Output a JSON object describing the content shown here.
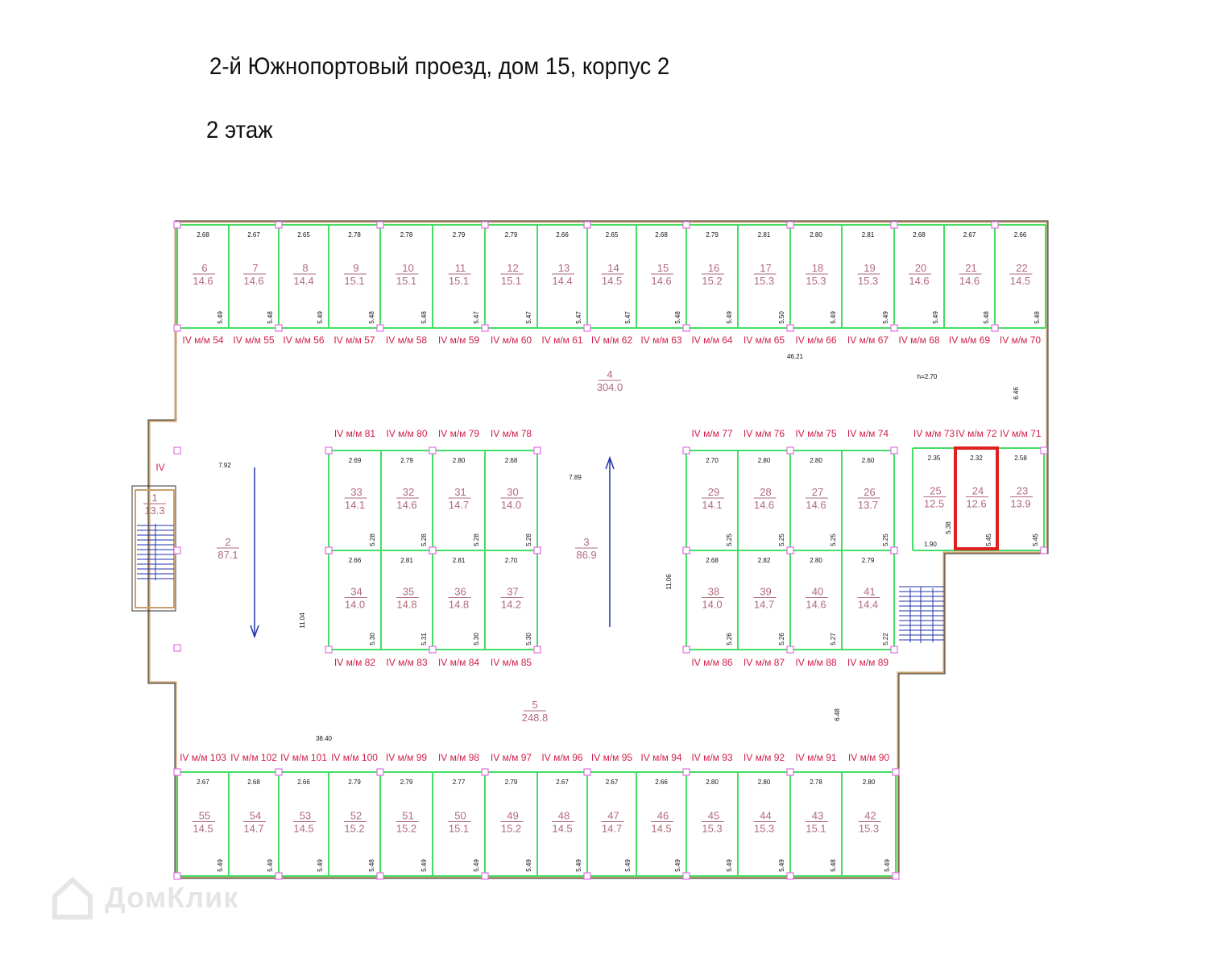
{
  "header": {
    "address": "2-й Южнопортовый проезд, дом 15, корпус 2",
    "floor": "2 этаж"
  },
  "colors": {
    "wall": "#c8a070",
    "partition": "#44dd66",
    "column": "#e070e0",
    "label": "#d0204a",
    "number": "#b06a7a",
    "arrow": "#2233aa",
    "highlight": "#e02020"
  },
  "rooms": [
    {
      "num": "1",
      "area": "13.3"
    },
    {
      "num": "2",
      "area": "87.1"
    },
    {
      "num": "3",
      "area": "86.9"
    },
    {
      "num": "4",
      "area": "304.0"
    },
    {
      "num": "5",
      "area": "248.8"
    }
  ],
  "dimensions": {
    "d1": "46.21",
    "h": "h=2.70",
    "d2": "6.46",
    "d3": "7.92",
    "d4": "7.89",
    "d5": "11.04",
    "d6": "11.06",
    "d7": "38.40",
    "d8": "6.48",
    "d9": "1.90",
    "d10": "5.38",
    "stair_label": "IV"
  },
  "top_row": {
    "cells": [
      {
        "num": "6",
        "area": "14.6",
        "w": "2.68",
        "d": "5.49"
      },
      {
        "num": "7",
        "area": "14.6",
        "w": "2.67",
        "d": "5.48"
      },
      {
        "num": "8",
        "area": "14.4",
        "w": "2.65",
        "d": "5.49"
      },
      {
        "num": "9",
        "area": "15.1",
        "w": "2.78",
        "d": "5.48"
      },
      {
        "num": "10",
        "area": "15.1",
        "w": "2.78",
        "d": "5.48"
      },
      {
        "num": "11",
        "area": "15.1",
        "w": "2.79",
        "d": "5.47"
      },
      {
        "num": "12",
        "area": "15.1",
        "w": "2.79",
        "d": "5.47"
      },
      {
        "num": "13",
        "area": "14.4",
        "w": "2.66",
        "d": "5.47"
      },
      {
        "num": "14",
        "area": "14.5",
        "w": "2.65",
        "d": "5.47"
      },
      {
        "num": "15",
        "area": "14.6",
        "w": "2.68",
        "d": "5.48"
      },
      {
        "num": "16",
        "area": "15.2",
        "w": "2.79",
        "d": "5.49"
      },
      {
        "num": "17",
        "area": "15.3",
        "w": "2.81",
        "d": "5.50"
      },
      {
        "num": "18",
        "area": "15.3",
        "w": "2.80",
        "d": "5.49"
      },
      {
        "num": "19",
        "area": "15.3",
        "w": "2.81",
        "d": "5.49"
      },
      {
        "num": "20",
        "area": "14.6",
        "w": "2.68",
        "d": "5.49"
      },
      {
        "num": "21",
        "area": "14.6",
        "w": "2.67",
        "d": "5.48"
      },
      {
        "num": "22",
        "area": "14.5",
        "w": "2.66",
        "d": "5.48"
      }
    ],
    "parking": [
      "IV м/м 54",
      "IV м/м 55",
      "IV м/м 56",
      "IV м/м 57",
      "IV м/м 58",
      "IV м/м 59",
      "IV м/м 60",
      "IV м/м 61",
      "IV м/м 62",
      "IV м/м 63",
      "IV м/м 64",
      "IV м/м 65",
      "IV м/м 66",
      "IV м/м 67",
      "IV м/м 68",
      "IV м/м 69",
      "IV м/м 70"
    ]
  },
  "left_block": {
    "top": [
      {
        "num": "33",
        "area": "14.1",
        "w": "2.69",
        "d": "5.28"
      },
      {
        "num": "32",
        "area": "14.6",
        "w": "2.79",
        "d": "5.28"
      },
      {
        "num": "31",
        "area": "14.7",
        "w": "2.80",
        "d": "5.28"
      },
      {
        "num": "30",
        "area": "14.0",
        "w": "2.68",
        "d": "5.28"
      }
    ],
    "bottom": [
      {
        "num": "34",
        "area": "14.0",
        "w": "2.66",
        "d": "5.30"
      },
      {
        "num": "35",
        "area": "14.8",
        "w": "2.81",
        "d": "5.31"
      },
      {
        "num": "36",
        "area": "14.8",
        "w": "2.81",
        "d": "5.30"
      },
      {
        "num": "37",
        "area": "14.2",
        "w": "2.70",
        "d": "5.30"
      }
    ],
    "parking_top": [
      "IV м/м 81",
      "IV м/м 80",
      "IV м/м 79",
      "IV м/м 78"
    ],
    "parking_bottom": [
      "IV м/м 82",
      "IV м/м 83",
      "IV м/м 84",
      "IV м/м 85"
    ]
  },
  "right_block": {
    "top": [
      {
        "num": "29",
        "area": "14.1",
        "w": "2.70",
        "d": "5.25"
      },
      {
        "num": "28",
        "area": "14.6",
        "w": "2.80",
        "d": "5.25"
      },
      {
        "num": "27",
        "area": "14.6",
        "w": "2.80",
        "d": "5.25"
      },
      {
        "num": "26",
        "area": "13.7",
        "w": "2.60",
        "d": "5.25"
      }
    ],
    "bottom": [
      {
        "num": "38",
        "area": "14.0",
        "w": "2.68",
        "d": "5.26"
      },
      {
        "num": "39",
        "area": "14.7",
        "w": "2.82",
        "d": "5.26"
      },
      {
        "num": "40",
        "area": "14.6",
        "w": "2.80",
        "d": "5.27"
      },
      {
        "num": "41",
        "area": "14.4",
        "w": "2.79",
        "d": "5.22"
      }
    ],
    "parking_top": [
      "IV м/м 77",
      "IV м/м 76",
      "IV м/м 75",
      "IV м/м 74"
    ],
    "parking_bottom": [
      "IV м/м 86",
      "IV м/м 87",
      "IV м/м 88",
      "IV м/м 89"
    ]
  },
  "small_block": {
    "cells": [
      {
        "num": "25",
        "area": "12.5",
        "w": "2.35",
        "d": ""
      },
      {
        "num": "24",
        "area": "12.6",
        "w": "2.32",
        "d": "5.45",
        "highlighted": true
      },
      {
        "num": "23",
        "area": "13.9",
        "w": "2.58",
        "d": "5.45"
      }
    ],
    "parking": [
      "IV м/м 73",
      "IV м/м 72",
      "IV м/м 71"
    ]
  },
  "bottom_row": {
    "cells": [
      {
        "num": "55",
        "area": "14.5",
        "w": "2.67",
        "d": "5.49"
      },
      {
        "num": "54",
        "area": "14.7",
        "w": "2.68",
        "d": "5.49"
      },
      {
        "num": "53",
        "area": "14.5",
        "w": "2.66",
        "d": "5.49"
      },
      {
        "num": "52",
        "area": "15.2",
        "w": "2.79",
        "d": "5.48"
      },
      {
        "num": "51",
        "area": "15.2",
        "w": "2.79",
        "d": "5.49"
      },
      {
        "num": "50",
        "area": "15.1",
        "w": "2.77",
        "d": "5.49"
      },
      {
        "num": "49",
        "area": "15.2",
        "w": "2.79",
        "d": "5.49"
      },
      {
        "num": "48",
        "area": "14.5",
        "w": "2.67",
        "d": "5.49"
      },
      {
        "num": "47",
        "area": "14.7",
        "w": "2.67",
        "d": "5.49"
      },
      {
        "num": "46",
        "area": "14.5",
        "w": "2.66",
        "d": "5.49"
      },
      {
        "num": "45",
        "area": "15.3",
        "w": "2.80",
        "d": "5.49"
      },
      {
        "num": "44",
        "area": "15.3",
        "w": "2.80",
        "d": "5.49"
      },
      {
        "num": "43",
        "area": "15.1",
        "w": "2.78",
        "d": "5.48"
      },
      {
        "num": "42",
        "area": "15.3",
        "w": "2.80",
        "d": "5.49"
      }
    ],
    "parking": [
      "IV м/м 103",
      "IV м/м 102",
      "IV м/м 101",
      "IV м/м 100",
      "IV м/м 99",
      "IV м/м 98",
      "IV м/м 97",
      "IV м/м 96",
      "IV м/м 95",
      "IV м/м 94",
      "IV м/м 93",
      "IV м/м 92",
      "IV м/м 91",
      "IV м/м 90"
    ]
  },
  "watermark": {
    "text": "ДомКлик"
  }
}
